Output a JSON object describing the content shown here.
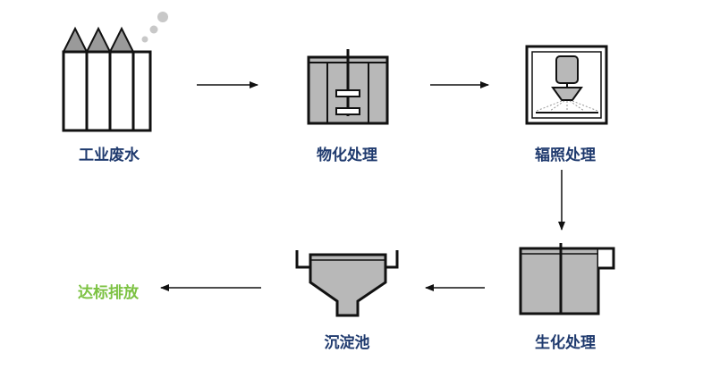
{
  "colors": {
    "label": "#1f3a6e",
    "final_label": "#7cc242",
    "equipment_fill": "#b8b8b8",
    "outline": "#111111",
    "smoke": "#cccccc"
  },
  "steps": {
    "industrial_wastewater": "工业废水",
    "physicochemical": "物化处理",
    "irradiation": "辐照处理",
    "biochemical": "生化处理",
    "sedimentation": "沉淀池",
    "discharge": "达标排放"
  }
}
